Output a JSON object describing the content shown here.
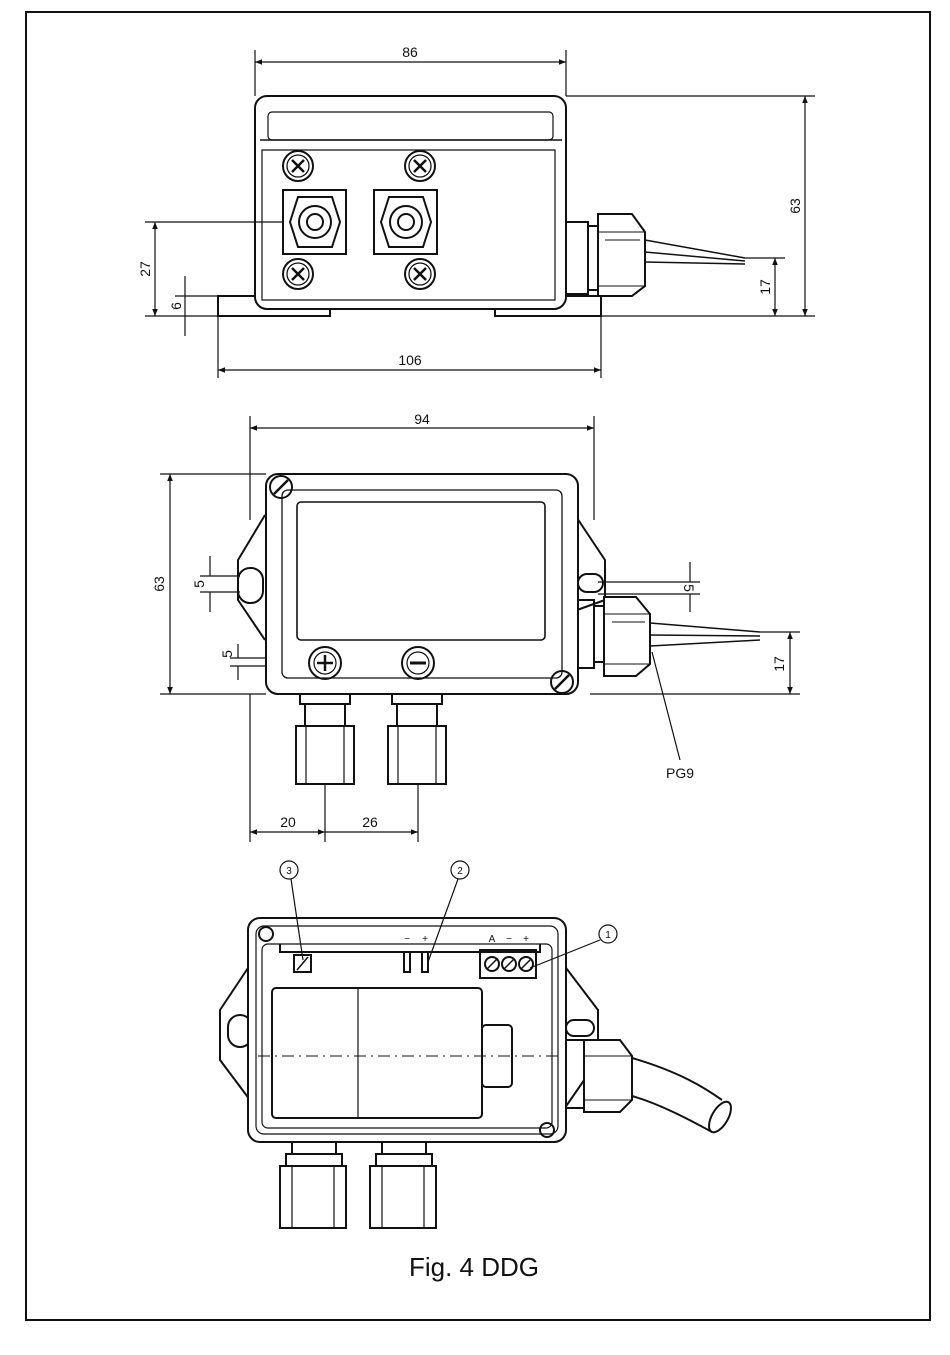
{
  "figure": {
    "caption": "Fig. 4 DDG",
    "colors": {
      "ink": "#111111",
      "paper": "#ffffff"
    }
  },
  "top_view": {
    "dims": {
      "width": "86",
      "total_width": "106",
      "height": "63",
      "port_height": "27",
      "foot_height": "6",
      "cable_height": "17"
    },
    "screw_icons": [
      "screw-icon",
      "screw-icon",
      "screw-icon",
      "screw-icon"
    ]
  },
  "front_view": {
    "dims": {
      "width": "94",
      "height": "63",
      "slot_left": "5",
      "slot_right": "5",
      "margin_low": "5",
      "cable_height": "17",
      "port_left": "20",
      "port_spacing": "26"
    },
    "gland_label": "PG9",
    "port_symbols": [
      "plus-icon",
      "minus-icon"
    ]
  },
  "internal_view": {
    "callouts": [
      "3",
      "2",
      "1"
    ],
    "terminal_labels": {
      "jumper": [
        "−",
        "+"
      ],
      "terminal": [
        "A",
        "−",
        "+"
      ]
    }
  }
}
